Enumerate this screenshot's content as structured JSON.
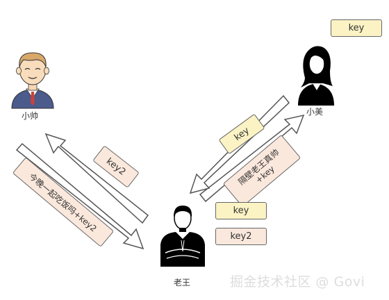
{
  "people": {
    "xiaoshuai": {
      "name": "小帅"
    },
    "xiaomei": {
      "name": "小美"
    },
    "laowang": {
      "name": "老王"
    }
  },
  "boxes": {
    "top_right_key": "key",
    "arrow_key_top": "key",
    "arrow_msg_right": "隔壁老王真帅+key",
    "arrow_key2_left": "key2",
    "arrow_msg_left": "今晚一起吃饭吗+key2",
    "laowang_key": "key",
    "laowang_key2": "key2"
  },
  "watermark": "掘金技术社区 @ Govi",
  "colors": {
    "yellow_box": "#fbf3c4",
    "peach_box": "#fbe8dc",
    "outline": "#555555"
  }
}
